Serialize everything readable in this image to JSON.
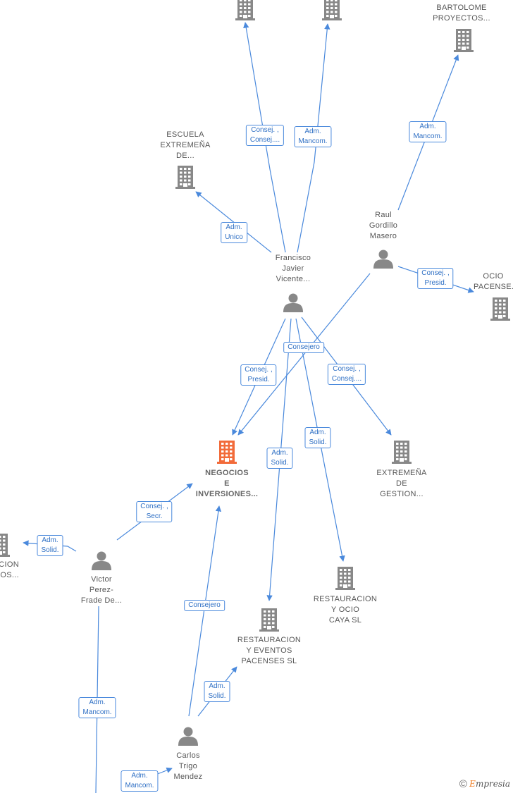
{
  "colors": {
    "edge": "#4a89dc",
    "node": "#888888",
    "highlight": "#f26b3a"
  },
  "nodes": [
    {
      "id": "top1",
      "type": "company",
      "label": []
    },
    {
      "id": "top2",
      "type": "company",
      "label": []
    },
    {
      "id": "bartolome",
      "type": "company",
      "label": [
        "BARTOLOME",
        "PROYECTOS..."
      ]
    },
    {
      "id": "escuela",
      "type": "company",
      "label": [
        "ESCUELA",
        "EXTREMEÑA",
        "DE..."
      ]
    },
    {
      "id": "raul",
      "type": "person",
      "label": [
        "Raul",
        "Gordillo",
        "Masero"
      ]
    },
    {
      "id": "francisco",
      "type": "person",
      "label": [
        "Francisco",
        "Javier",
        "Vicente..."
      ]
    },
    {
      "id": "ocio",
      "type": "company",
      "label": [
        "OCIO",
        "PACENSE..."
      ]
    },
    {
      "id": "negocios",
      "type": "company",
      "highlight": true,
      "label": [
        "NEGOCIOS",
        "E",
        "INVERSIONES..."
      ]
    },
    {
      "id": "extremena",
      "type": "company",
      "label": [
        "EXTREMEÑA",
        "DE",
        "GESTION..."
      ]
    },
    {
      "id": "leftco",
      "type": "company",
      "label": [
        "CION",
        "ROS..."
      ]
    },
    {
      "id": "victor",
      "type": "person",
      "label": [
        "Victor",
        "Perez-",
        "Frade De..."
      ]
    },
    {
      "id": "rest_caya",
      "type": "company",
      "label": [
        "RESTAURACION",
        "Y OCIO",
        "CAYA SL"
      ]
    },
    {
      "id": "rest_eventos",
      "type": "company",
      "label": [
        "RESTAURACION",
        "Y EVENTOS",
        "PACENSES SL"
      ]
    },
    {
      "id": "carlos",
      "type": "person",
      "label": [
        "Carlos",
        "Trigo",
        "Mendez"
      ]
    }
  ],
  "edges": [
    {
      "id": "e1",
      "label": [
        "Consej. ,",
        "Consej...."
      ]
    },
    {
      "id": "e2",
      "label": [
        "Adm.",
        "Mancom."
      ]
    },
    {
      "id": "e3",
      "label": [
        "Adm.",
        "Mancom."
      ]
    },
    {
      "id": "e4",
      "label": [
        "Adm.",
        "Unico"
      ]
    },
    {
      "id": "e5",
      "label": [
        "Consej. ,",
        "Presid."
      ]
    },
    {
      "id": "e6",
      "label": [
        "Consejero"
      ]
    },
    {
      "id": "e7",
      "label": [
        "Consej. ,",
        "Presid."
      ]
    },
    {
      "id": "e8",
      "label": [
        "Consej. ,",
        "Consej...."
      ]
    },
    {
      "id": "e9",
      "label": [
        "Adm.",
        "Solid."
      ]
    },
    {
      "id": "e10",
      "label": [
        "Adm.",
        "Solid."
      ]
    },
    {
      "id": "e11",
      "label": [
        "Consej. ,",
        "Secr."
      ]
    },
    {
      "id": "e12",
      "label": [
        "Adm.",
        "Solid."
      ]
    },
    {
      "id": "e13",
      "label": [
        "Consejero"
      ]
    },
    {
      "id": "e14",
      "label": [
        "Adm.",
        "Solid."
      ]
    },
    {
      "id": "e15",
      "label": [
        "Adm.",
        "Mancom."
      ]
    },
    {
      "id": "e16",
      "label": [
        "Adm.",
        "Mancom."
      ]
    }
  ],
  "watermark": {
    "symbol": "©",
    "brand_initial": "E",
    "brand_rest": "mpresia"
  }
}
